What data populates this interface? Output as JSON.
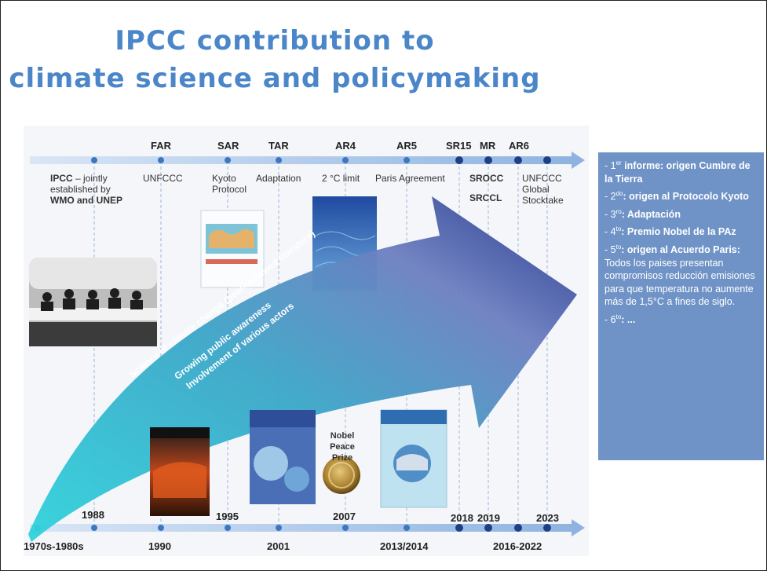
{
  "title": {
    "line1": "IPCC contribution to",
    "line2": "climate science and policymaking"
  },
  "reports": {
    "far": "FAR",
    "sar": "SAR",
    "tar": "TAR",
    "ar4": "AR4",
    "ar5": "AR5",
    "sr15": "SR15",
    "mr": "MR",
    "ar6": "AR6"
  },
  "milestones": {
    "ipcc_bold": "IPCC",
    "ipcc_rest": " – jointly established by",
    "wmo": "WMO and UNEP",
    "unfccc": "UNFCCC",
    "kyoto": "Kyoto Protocol",
    "adaptation": "Adaptation",
    "limit": "2 °C limit",
    "paris": "Paris Agreement",
    "srocc": "SROCC",
    "srccl": "SRCCL",
    "stocktake": "UNFCCC Global Stocktake",
    "nobel": "Nobel Peace Prize"
  },
  "years_top": {
    "y1988": "1988",
    "y1995": "1995",
    "y2007": "2007",
    "y2018": "2018",
    "y2019": "2019",
    "y2023": "2023"
  },
  "years_bottom": {
    "y1970": "1970s-1980s",
    "y1990": "1990",
    "y2001": "2001",
    "y2013": "2013/2014",
    "y2016": "2016-2022"
  },
  "arrow": {
    "line1": "Science of climate change (peer-reviewed literature)",
    "line2": "Growing public awareness",
    "line3": "Involvement of various actors"
  },
  "sidebar": {
    "i1_num": "- 1",
    "i1_sup": "er",
    "i1_text": " informe: origen Cumbre de la Tierra",
    "i2_num": "- 2",
    "i2_sup": "do",
    "i2_text": ": origen al Protocolo Kyoto",
    "i3_num": "- 3",
    "i3_sup": "ro",
    "i3_text": ":  Adaptación",
    "i4_num": "- 4",
    "i4_sup": "to",
    "i4_text": ": Premio Nobel de la PAz",
    "i5_num": "- 5",
    "i5_sup": "to",
    "i5_text": ":  origen al Acuerdo Paris:",
    "i5_rest": "  Todos los paises presentan compromisos reducción emisiones para que temperatura no aumente más de 1,5°C a fines de siglo.",
    "i6_num": "- 6",
    "i6_sup": "to",
    "i6_text": ": ..."
  },
  "colors": {
    "title": "#4a86c8",
    "timeline": "#a9c4e6",
    "dot": "#3b77c2",
    "sidebar_bg": "#6f93c6",
    "arrow_start": "#27c9d6",
    "arrow_end": "#1c2f86"
  }
}
